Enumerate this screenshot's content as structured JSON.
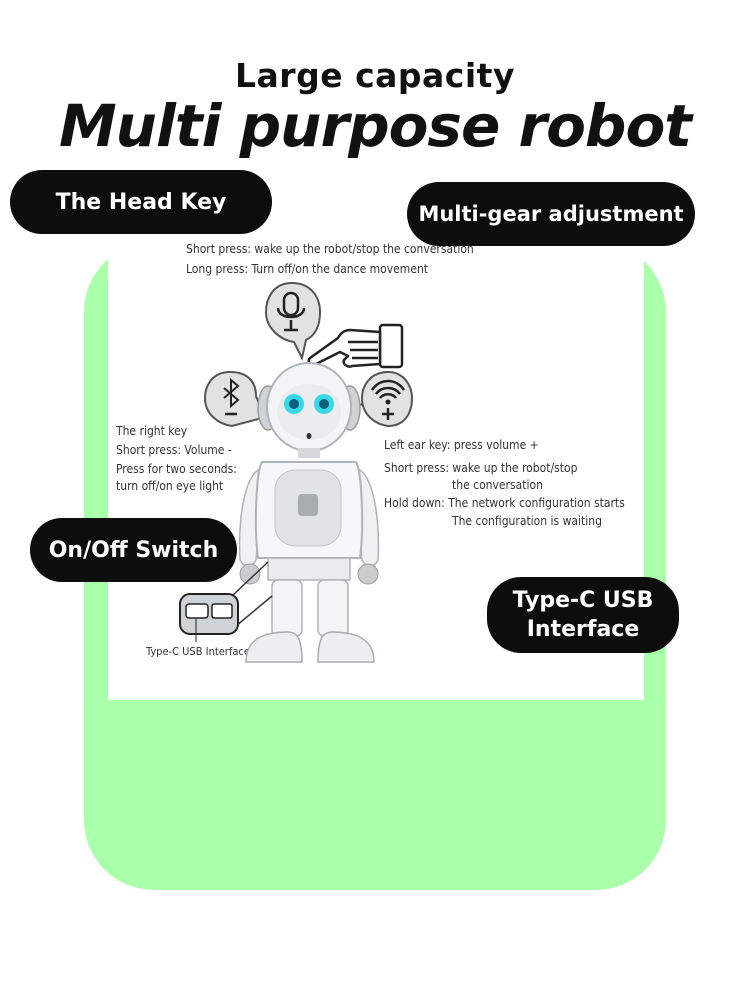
{
  "header": {
    "subtitle": "Large capacity",
    "title": "Multi purpose robot"
  },
  "labels": {
    "head_key": "The Head Key",
    "multi_gear": "Multi-gear adjustment",
    "on_off": "On/Off Switch",
    "typec_line1": "Type-C USB",
    "typec_line2": "Interface"
  },
  "annotations": {
    "head_short": "Short press: wake up the robot/stop the conversation",
    "head_long": "Long press: Turn off/on the dance movement",
    "right_key_title": "The right key",
    "right_key_short": "Short press: Volume -",
    "right_key_hold1": "Press for two seconds:",
    "right_key_hold2": "turn off/on eye light",
    "left_ear": "Left ear key: press volume +",
    "left_short1": "Short press:  wake up the robot/stop",
    "left_short2": "the conversation",
    "left_hold1": "Hold down: The network configuration starts",
    "left_hold2": "The configuration is waiting",
    "usb_caption": "Type-C  USB Interface"
  },
  "icons": [
    "microphone-icon",
    "bluetooth-icon",
    "wifi-icon",
    "pointing-hand-icon",
    "robot-illustration"
  ],
  "colors": {
    "panel_green": "#aaffaa",
    "pill_black": "#0d0d0d",
    "eye_cyan": "#3ad7e8"
  }
}
